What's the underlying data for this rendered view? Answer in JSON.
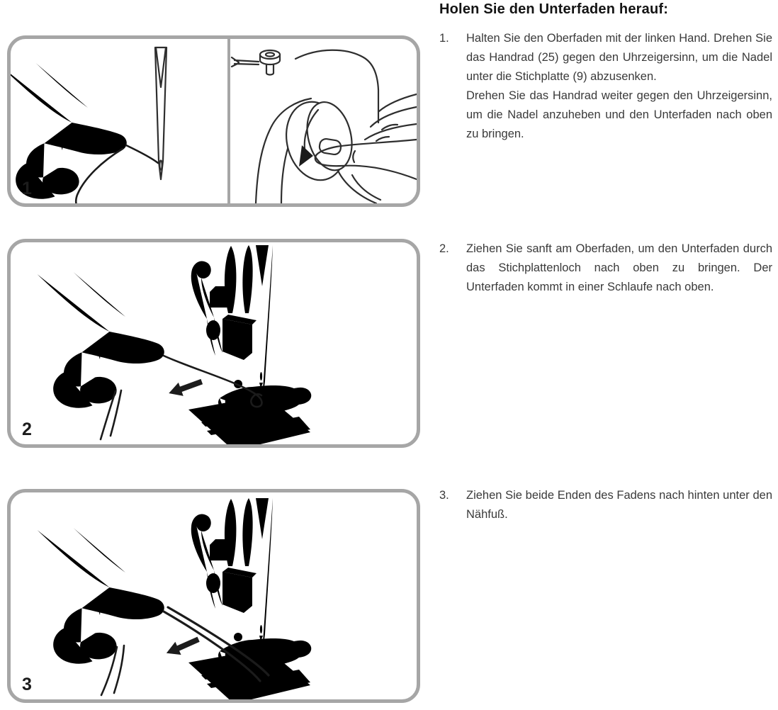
{
  "heading": "Holen Sie den Unterfaden herauf:",
  "steps": [
    {
      "number": "1.",
      "text": "Halten Sie den Oberfaden mit der linken Hand. Drehen Sie das Handrad (25) gegen den Uhrzeigersinn, um die Nadel unter die Stichplatte (9) abzusenken.\nDrehen Sie das Handrad weiter gegen den Uhrzeigersinn, um die Nadel anzuheben und den Unterfaden nach oben zu bringen."
    },
    {
      "number": "2.",
      "text": "Ziehen Sie sanft am Oberfaden, um den Unterfaden durch das Stichplattenloch nach oben zu bringen. Der Unterfaden kommt in einer Schlaufe nach oben."
    },
    {
      "number": "3.",
      "text": "Ziehen Sie beide Enden des Fadens nach hinten unter den Nähfuß."
    }
  ],
  "figures": [
    {
      "number": "1"
    },
    {
      "number": "2"
    },
    {
      "number": "3"
    }
  ],
  "colors": {
    "panel_border": "#a6a6a6",
    "line_art": "#2e2e2e",
    "body_text": "#3a3a3a",
    "heading_text": "#141414",
    "arrow": "#1c1c1c"
  }
}
